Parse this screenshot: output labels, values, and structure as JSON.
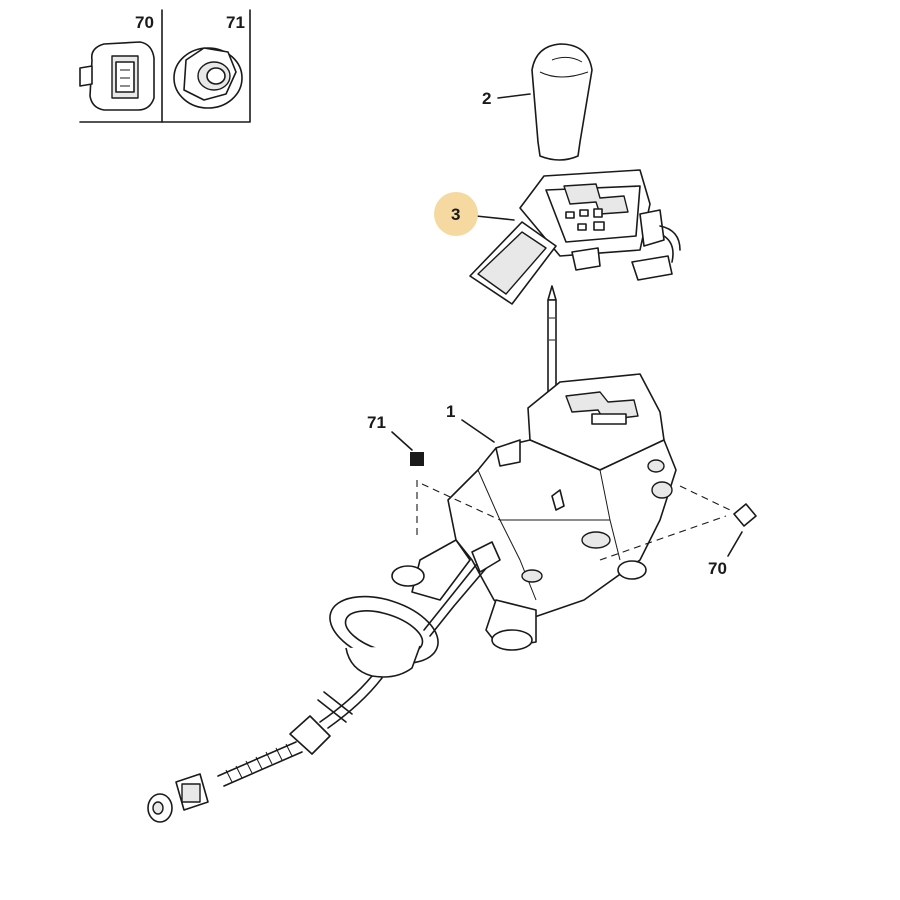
{
  "inset": {
    "left_label": "70",
    "right_label": "71"
  },
  "callouts": {
    "knob": "2",
    "indicator_panel": "3",
    "selector_housing": "1",
    "nut": "71",
    "clip": "70"
  },
  "colors": {
    "line": "#1a1a1a",
    "highlight_circle": "#f5d9a0",
    "background": "#ffffff"
  },
  "icons": [
    "clip-icon",
    "nut-icon",
    "square-marker-icon"
  ]
}
